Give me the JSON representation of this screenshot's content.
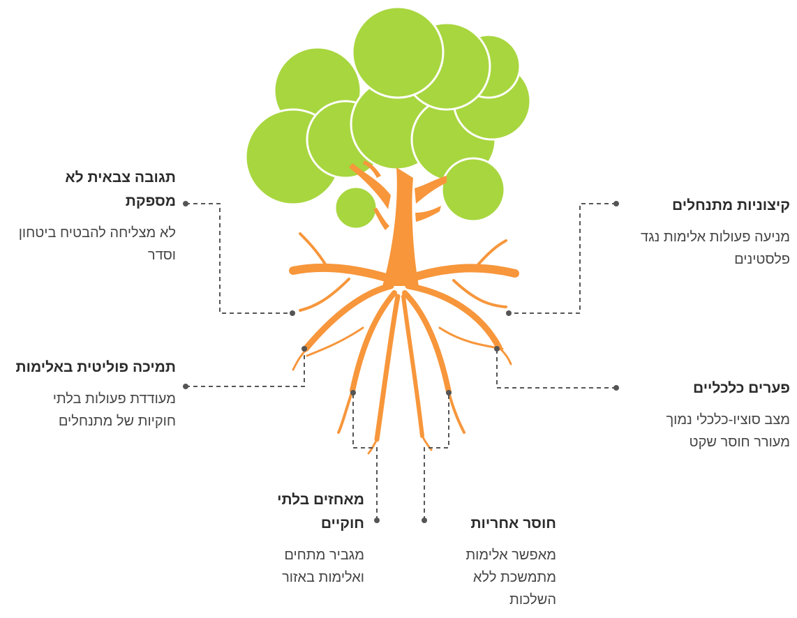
{
  "colors": {
    "foliage": "#a8d63f",
    "foliage_outline": "#ffffff",
    "trunk": "#f7963b",
    "connector": "#555555",
    "text": "#333333"
  },
  "nodes": {
    "inadequate_response": {
      "title": "תגובה צבאית לא מספקת",
      "desc": "לא מצליחה להבטיח ביטחון וסדר"
    },
    "settler_extremism": {
      "title": "קיצוניות מתנחלים",
      "desc": "מניעה פעולות אלימות נגד פלסטינים"
    },
    "political_support": {
      "title": "תמיכה פוליטית באלימות",
      "desc": "מעודדת פעולות בלתי חוקיות של מתנחלים"
    },
    "economic_gaps": {
      "title": "פערים כלכליים",
      "desc": "מצב סוציו-כלכלי נמוך מעורר חוסר שקט"
    },
    "illegal_outposts": {
      "title": "מאחזים בלתי חוקיים",
      "desc": "מגביר מתחים ואלימות באזור"
    },
    "lack_accountability": {
      "title": "חוסר אחריות",
      "desc": "מאפשר אלימות מתמשכת ללא השלכות"
    }
  }
}
